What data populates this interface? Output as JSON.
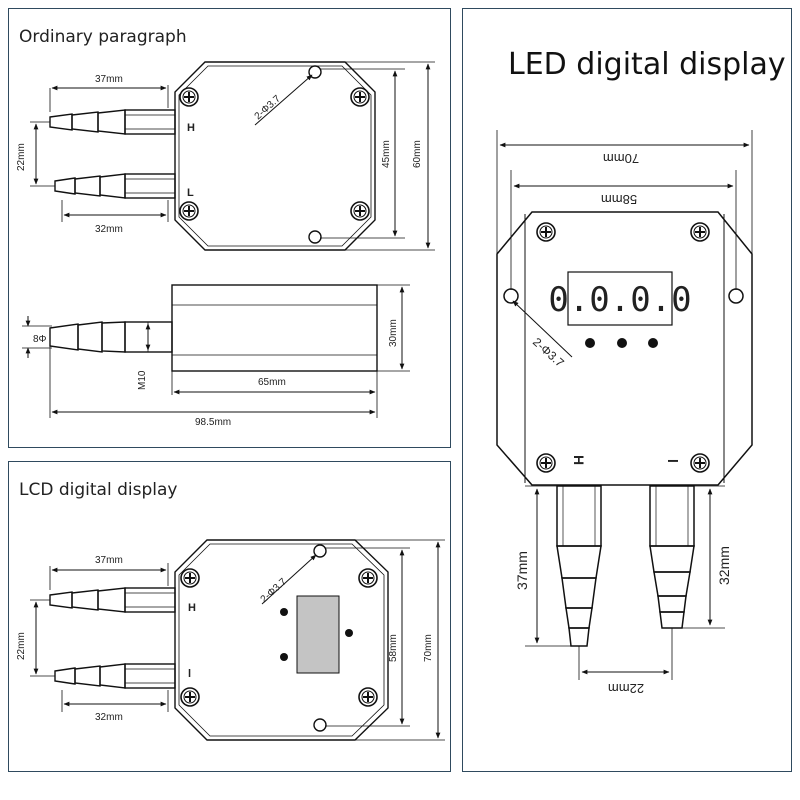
{
  "panels": {
    "ordinary": {
      "title": "Ordinary paragraph",
      "top_view": {
        "port_high": "H",
        "port_low": "L",
        "dim_upper_port": "37mm",
        "dim_lower_port": "32mm",
        "dim_port_spacing": "22mm",
        "dim_holes_label": "2-Φ3.7",
        "dim_inner_height": "45mm",
        "dim_outer_height": "60mm"
      },
      "side_view": {
        "dim_nozzle": "8Φ",
        "dim_thread": "M10",
        "dim_body_height": "30mm",
        "dim_body_length": "65mm",
        "dim_total_length": "98.5mm"
      }
    },
    "lcd": {
      "title": "LCD digital display",
      "port_high": "H",
      "port_low": "l",
      "dim_upper_port": "37mm",
      "dim_lower_port": "32mm",
      "dim_port_spacing": "22mm",
      "dim_holes_label": "2-Φ3.7",
      "dim_inner_height": "58mm",
      "dim_outer_height": "70mm"
    },
    "led": {
      "title": "LED digital display",
      "display_reading": "0.0.0.0",
      "port_high": "H",
      "port_low": "l",
      "dim_outer_width": "70mm",
      "dim_inner_width": "58mm",
      "dim_holes_label": "2-Φ3.7",
      "dim_left_port": "37mm",
      "dim_right_port": "32mm",
      "dim_port_spacing": "22mm"
    }
  }
}
